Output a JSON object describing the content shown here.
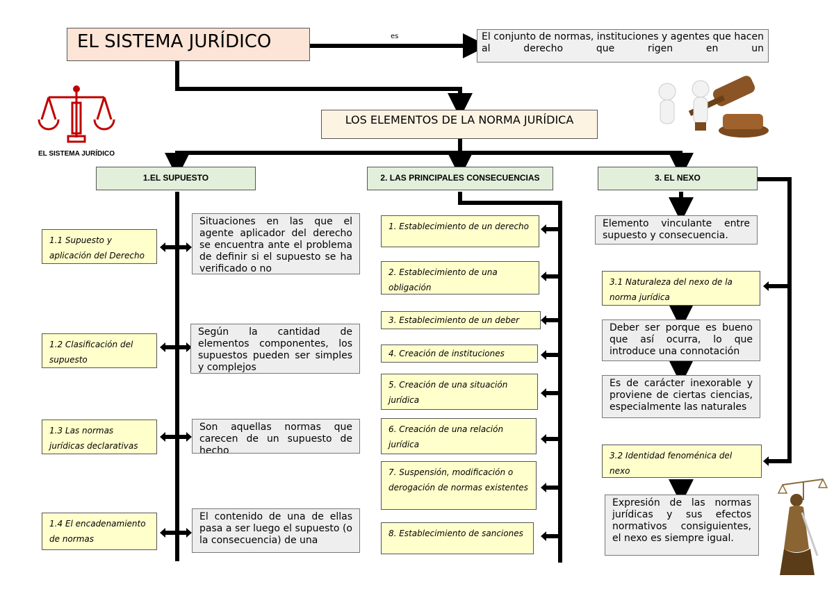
{
  "title": "EL SISTEMA JURÍDICO",
  "connector_label": "es",
  "definition": "El conjunto de normas, instituciones y agentes que hacen al derecho que rigen en un",
  "elements_title": "LOS ELEMENTOS DE LA NORMA JURÍDICA",
  "logo_caption": "EL SISTEMA JURÍDICO",
  "columns": [
    {
      "header": "1.EL SUPUESTO",
      "items": [
        {
          "label": "1.1 Supuesto y aplicación del Derecho",
          "desc": "Situaciones en las que el agente aplicador del derecho se encuentra ante el problema de definir si el supuesto se ha verificado o no"
        },
        {
          "label": "1.2 Clasificación del supuesto",
          "desc": "Según la cantidad de elementos componentes, los supuestos pueden ser simples y complejos"
        },
        {
          "label": "1.3 Las normas jurídicas declarativas",
          "desc": "Son aquellas normas que carecen de un supuesto de hecho"
        },
        {
          "label": "1.4 El encadenamiento de normas",
          "desc": "El contenido de una de ellas pasa a ser luego el supuesto (o la consecuencia) de una"
        }
      ]
    },
    {
      "header": "2. LAS PRINCIPALES CONSECUENCIAS",
      "items": [
        "1. Establecimiento de un derecho",
        "2. Establecimiento de una obligación",
        "3. Establecimiento de un deber",
        "4. Creación de instituciones",
        "5. Creación de una situación jurídica",
        "6. Creación de una relación jurídica",
        "7. Suspensión, modificación o derogación de normas existentes",
        "8. Establecimiento de sanciones"
      ]
    },
    {
      "header": "3. EL NEXO",
      "intro": "Elemento vinculante entre supuesto y consecuencia.",
      "sub1": "3.1 Naturaleza del nexo de la norma jurídica",
      "sub1_desc_a": "Deber ser porque es bueno que así ocurra, lo que introduce una connotación",
      "sub1_desc_b": "Es de carácter inexorable y proviene de ciertas ciencias, especialmente las naturales",
      "sub2": "3.2 Identidad fenoménica del nexo",
      "sub2_desc": "Expresión de las normas jurídicas y sus efectos normativos consiguientes, el nexo es siempre igual."
    }
  ],
  "colors": {
    "accent_red": "#c00000",
    "line": "#000000",
    "header_green": "#e2efda",
    "item_yellow": "#ffffcc"
  }
}
